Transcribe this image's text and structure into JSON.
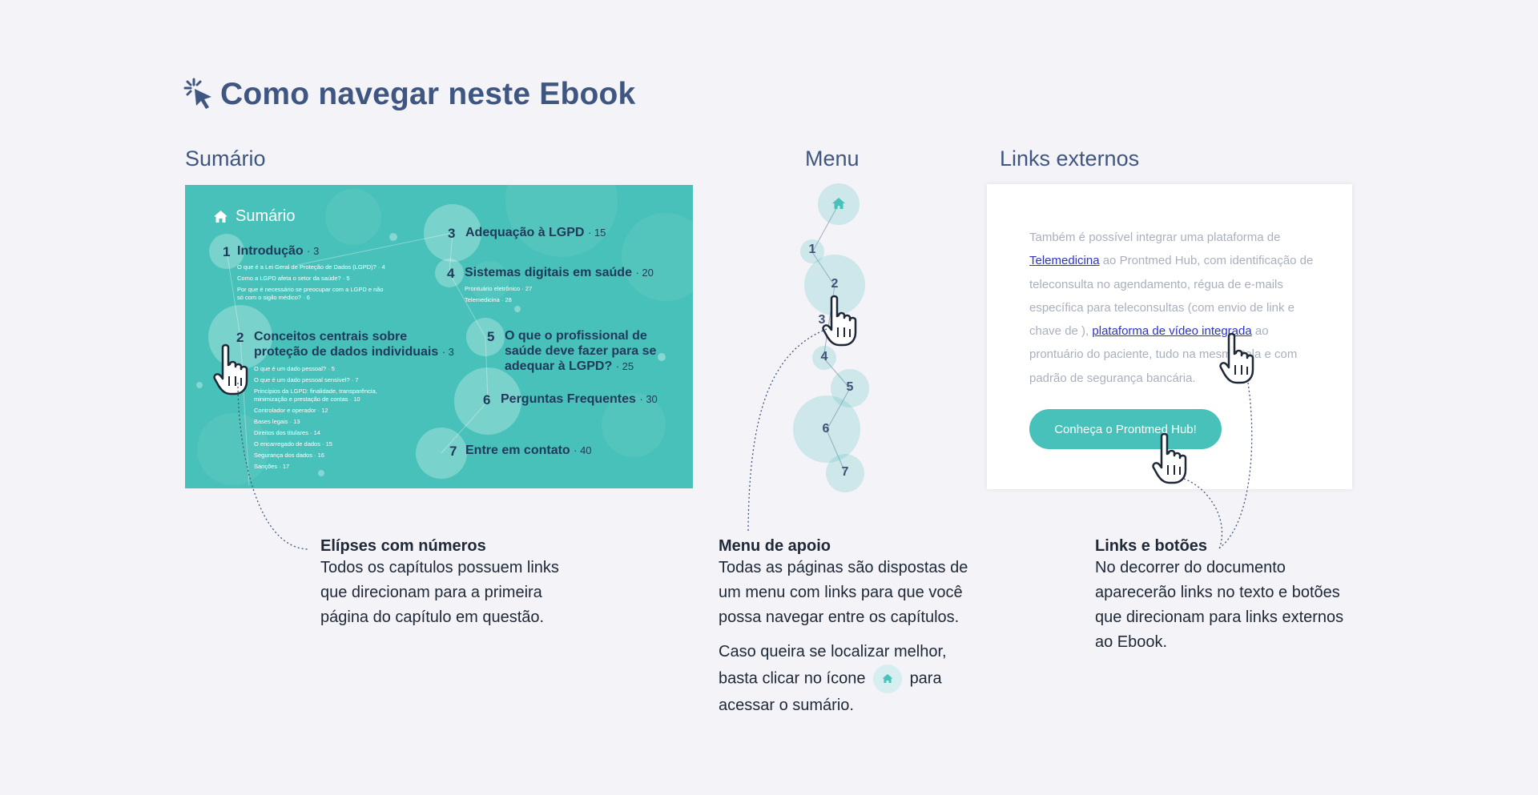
{
  "header": {
    "title": "Como navegar neste Ebook",
    "icon": "cursor-click-icon"
  },
  "sections": {
    "sumario_label": "Sumário",
    "menu_label": "Menu",
    "links_label": "Links externos"
  },
  "sumario_panel": {
    "heading": "Sumário",
    "chapters": [
      {
        "num": "1",
        "title": "Introdução",
        "page": "· 3",
        "subs": [
          "O que é a Lei Geral de Proteção de Dados (LGPD)? · 4",
          "Como a LGPD afeta o setor da saúde? · 5",
          "Por que é necessário se preocupar com a LGPD e não",
          "só com o sigilo médico? · 6"
        ]
      },
      {
        "num": "2",
        "title_line1": "Conceitos centrais sobre",
        "title_line2": "proteção de dados individuais",
        "page": "· 3",
        "subs": [
          "O que é um dado pessoal? · 5",
          "O que é um dado pessoal sensível? · 7",
          "Princípios da LGPD: finalidade, transparência,",
          "minimização e prestação de contas · 10",
          "Controlador e operador · 12",
          "Bases legais · 13",
          "Direitos dos titulares · 14",
          "O encarregado de dados · 15",
          "Segurança dos dados · 16",
          "Sanções · 17"
        ]
      },
      {
        "num": "3",
        "title": "Adequação à LGPD",
        "page": "· 15"
      },
      {
        "num": "4",
        "title": "Sistemas digitais em saúde",
        "page": "· 20",
        "subs": [
          "Prontuário eletrônico · 27",
          "Telemedicina · 28"
        ]
      },
      {
        "num": "5",
        "title_line1": "O que o profissional de",
        "title_line2": "saúde deve fazer para se",
        "title_line3": "adequar à LGPD?",
        "page": "· 25"
      },
      {
        "num": "6",
        "title": "Perguntas Frequentes",
        "page": "· 30"
      },
      {
        "num": "7",
        "title": "Entre em contato",
        "page": "· 40"
      }
    ]
  },
  "menu_items": [
    "1",
    "2",
    "3",
    "4",
    "5",
    "6",
    "7"
  ],
  "links_panel": {
    "text_before_link1": "Também é possível integrar uma plataforma de",
    "link1": "Telemedicina",
    "text_mid": " ao Prontmed Hub, com identificação de teleconsulta no agendamento, régua de e-mails específica para teleconsultas (com envio de link e chave de ), ",
    "link2": "plataforma de vídeo integrada",
    "text_after": " ao prontuário do paciente, tudo na mesma tela e com padrão de segurança bancária.",
    "button": "Conheça o Prontmed Hub!"
  },
  "captions": {
    "c1_title": "Elípses com números",
    "c1_body": [
      "Todos os capítulos possuem links",
      "que direcionam para a primeira",
      "página do capítulo em questão."
    ],
    "c2_title": "Menu de apoio",
    "c2_body": [
      "Todas as páginas são dispostas de",
      "um menu com links para que você",
      "possa navegar entre os capítulos."
    ],
    "c2_extra_1": "Caso queira se localizar melhor,",
    "c2_extra_2a": "basta clicar no ícone",
    "c2_extra_2b": "para",
    "c2_extra_3": "acessar o sumário.",
    "c3_title": "Links e botões",
    "c3_body": [
      "No decorrer do documento",
      "aparecerão links no texto e botões",
      "que direcionam para links externos",
      "ao Ebook."
    ]
  },
  "colors": {
    "teal": "#47c1b9",
    "navy": "#3f5680",
    "link": "#2a33c9"
  }
}
